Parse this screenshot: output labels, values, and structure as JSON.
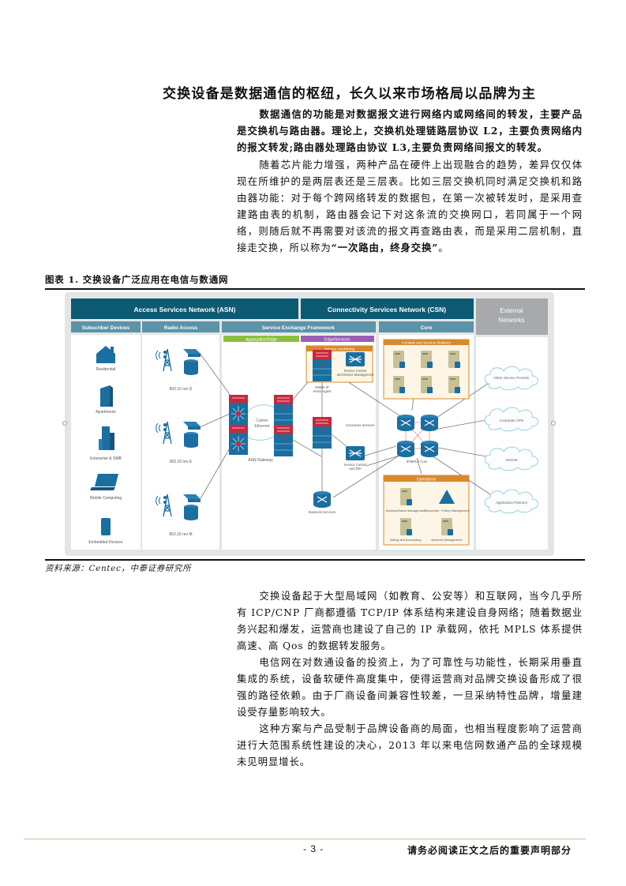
{
  "section_title": "交换设备是数据通信的枢纽，长久以来市场格局以品牌为主",
  "lead_paragraph": "数据通信的功能是对数据报文进行网络内或网络间的转发，主要产品是交换机与路由器。理论上，交换机处理链路层协议 L2，主要负责网络内的报文转发;路由器处理路由协议 L3,主要负责网络间报文的转发。",
  "paragraph_1": {
    "text": "随着芯片能力增强，两种产品在硬件上出现融合的趋势，差异仅仅体现在所维护的是两层表还是三层表。比如三层交换机同时满足交换机和路由器功能：对于每个跨网络转发的数据包，在第一次被转发时，是采用查建路由表的机制，路由器会记下对这条流的交换网口，若同属于一个网络，则随后就不再需要对该流的报文再查路由表，而是采用二层机制，直接走交换，所以称为",
    "emphasis": "“一次路由，终身交换”",
    "end": "。"
  },
  "figure": {
    "caption": "图表 1. 交换设备广泛应用在电信与数通网",
    "source": "资料来源：Centec，中泰证券研究所",
    "headers": {
      "asn": "Access Services Network (ASN)",
      "csn": "Connectivity Services Network (CSN)",
      "external": "External Networks",
      "subscriber": "Subscriber Devices",
      "radio": "Radio Access",
      "sef": "Service Exchange Framework",
      "core": "Core",
      "agg": "Aggregation/Edge",
      "edge": "Edge/Services"
    },
    "subscriber_devices": [
      "Residential",
      "Apartments",
      "Enterprise & SMB",
      "Mobile Computing",
      "Embedded Devices"
    ],
    "radio_access": [
      "802.16 rev D",
      "802.16 rev E",
      "802.16 rev M"
    ],
    "sef_labels": {
      "service_anchoring": "Service Anchoring",
      "mobile_ip": "Mobile IP Home Agent",
      "sc_device": "Service Control and Device Management",
      "carrier_ethernet": "Carrier Ethernet",
      "asn_gateway": "ASN Gateway",
      "consumer_services": "Consumer Services",
      "sc_dpi": "Service Control and DPI",
      "business_services": "Business Services"
    },
    "core_labels": {
      "content_delivery": "Content and Service Delivery",
      "ip_mpls": "IP/MPLS Core",
      "operations": "Operations",
      "ops_items": [
        "Address/Name Management",
        "Subscriber / Policy Management",
        "Billing and Accounting",
        "Network Management"
      ]
    },
    "external_networks": [
      "Other Service Provider",
      "Corporate VPN",
      "Internet",
      "Application Partners"
    ],
    "colors": {
      "header_dark": "#0d5a73",
      "header_light": "#5b93a9",
      "external_header": "#a7a9ab",
      "aggregation": "#8cbf3f",
      "edge_services": "#9b5fb5",
      "orange": "#d9892c",
      "device_blue": "#1a6ea0",
      "device_red": "#c8283c"
    }
  },
  "paragraph_2": "交换设备起于大型局域网（如教育、公安等）和互联网，当今几乎所有 ICP/CNP 厂商都遵循 TCP/IP 体系结构来建设自身网络；随着数据业务兴起和爆发，运营商也建设了自己的 IP 承载网，依托 MPLS 体系提供高速、高 Qos 的数据转发服务。",
  "paragraph_3": "电信网在对数通设备的投资上，为了可靠性与功能性，长期采用垂直集成的系统，设备软硬件高度集中，使得运营商对品牌交换设备形成了很强的路径依赖。由于厂商设备间兼容性较差，一旦采纳特性品牌，增量建设受存量影响较大。",
  "paragraph_4": "这种方案与产品受制于品牌设备商的局面，也相当程度影响了运营商进行大范围系统性建设的决心，2013 年以来电信网数通产品的全球规模未见明显增长。",
  "footer": {
    "page_number": "- 3 -",
    "disclaimer": "请务必阅读正文之后的重要声明部分"
  }
}
